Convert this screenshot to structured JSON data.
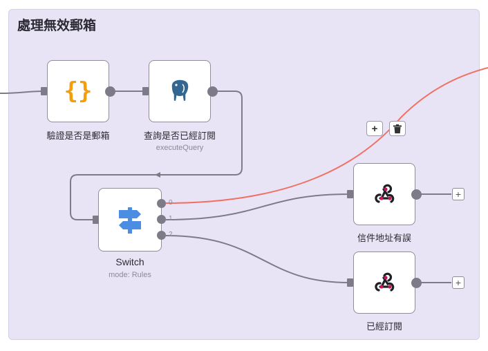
{
  "group": {
    "title": "處理無效郵箱"
  },
  "nodes": {
    "validate": {
      "label": "驗證是否是郵箱",
      "icon": "code-braces-icon"
    },
    "query": {
      "label": "查詢是否已經訂閱",
      "subtitle": "executeQuery",
      "icon": "postgres-elephant-icon"
    },
    "switch": {
      "label": "Switch",
      "subtitle": "mode: Rules",
      "icon": "signpost-icon",
      "outputs": [
        "0",
        "1",
        "2"
      ]
    },
    "invalid_address": {
      "label": "信件地址有誤",
      "icon": "webhook-icon"
    },
    "already_subscribed": {
      "label": "已經訂閱",
      "icon": "webhook-icon"
    }
  },
  "edge_toolbar": {
    "add_label": "+",
    "delete_icon": "trash-icon"
  },
  "add_output_label": "+",
  "colors": {
    "panel_bg": "#e8e4f6",
    "connection": "#7d7b87",
    "connection_hover": "#f07163",
    "code_icon": "#f59e0b",
    "signpost_icon": "#4a8de3",
    "webhook_icon": "#c2185b"
  }
}
